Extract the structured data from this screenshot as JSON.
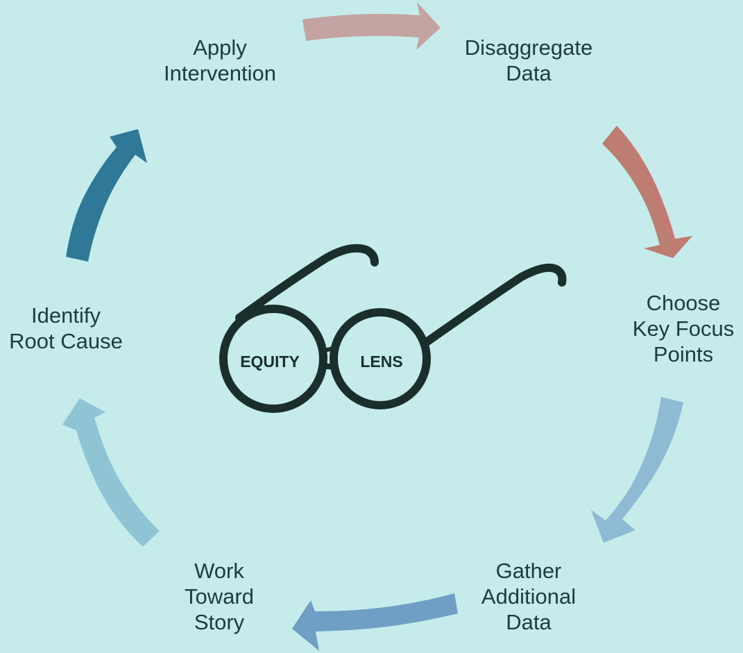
{
  "steps": [
    {
      "id": "disaggregate",
      "lines": [
        "Disaggregate",
        "Data"
      ]
    },
    {
      "id": "choose",
      "lines": [
        "Choose",
        "Key Focus",
        "Points"
      ]
    },
    {
      "id": "gather",
      "lines": [
        "Gather",
        "Additional",
        "Data"
      ]
    },
    {
      "id": "work",
      "lines": [
        "Work",
        "Toward",
        "Story"
      ]
    },
    {
      "id": "identify",
      "lines": [
        "Identify",
        "Root Cause"
      ]
    },
    {
      "id": "apply",
      "lines": [
        "Apply",
        "Intervention"
      ]
    }
  ],
  "glasses": {
    "left_label": "EQUITY",
    "right_label": "LENS"
  },
  "colors": {
    "background": "#c5ebeb",
    "text": "#1f3a3d",
    "glasses": "#1a2e2c",
    "arrow_top": "#c4a4a2",
    "arrow_right_upper": "#bd7d73",
    "arrow_right_lower": "#8fbad3",
    "arrow_bottom": "#6f9fc5",
    "arrow_left_lower": "#8fc4d5",
    "arrow_left_upper": "#2f7897"
  }
}
